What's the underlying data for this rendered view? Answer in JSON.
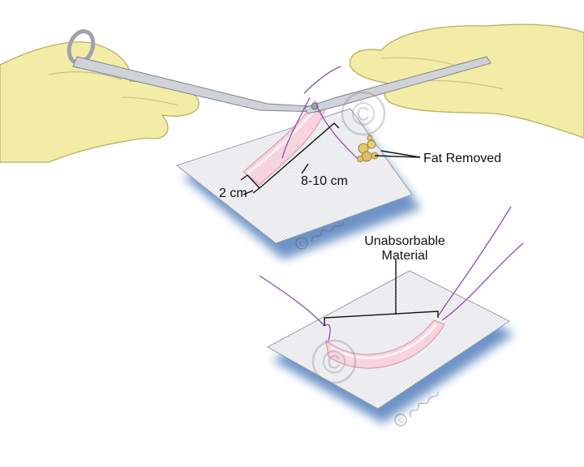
{
  "labels": {
    "fat_removed": "Fat Removed",
    "width": "2 cm",
    "length": "8-10 cm",
    "unabsorbable_line1": "Unabsorbable",
    "unabsorbable_line2": "Material"
  },
  "watermarks": {
    "copyright_symbol": "©",
    "signature": "Kathryn Tyler"
  },
  "colors": {
    "glove": "#f3eca6",
    "glove_shadow": "#c9c07a",
    "steel": "#c9ccd2",
    "gauze": "#f1f2f4",
    "gauze_shadow": "#3d6fb5",
    "tissue": "#f5c9d6",
    "suture": "#8a4fb0",
    "fat": "#e3c76d",
    "label_line": "#111111"
  },
  "icons": {
    "scissors": "surgical-scissors-icon",
    "hands": "gloved-hands-icon"
  }
}
